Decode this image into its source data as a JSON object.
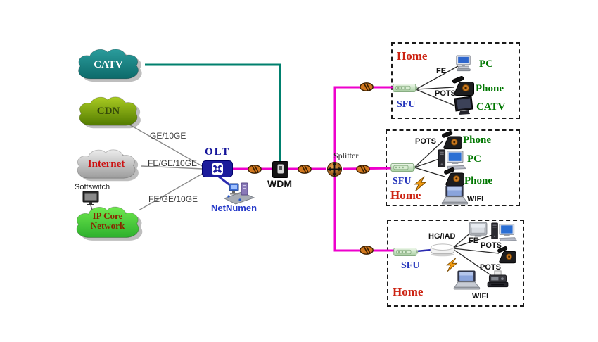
{
  "network": {
    "clouds": [
      {
        "label": "CATV"
      },
      {
        "label": "CDN"
      },
      {
        "label": "Internet"
      },
      {
        "label": "IP Core Network"
      }
    ],
    "link_labels": {
      "cdn_to_olt": "GE/10GE",
      "internet_to_olt": "FE/GE/10GE",
      "ipcore_to_olt": "FE/GE/10GE"
    },
    "nodes": {
      "softswitch": "Softswitch",
      "olt": "OLT",
      "netnumen": "NetNumen",
      "wdm": "WDM",
      "splitter": "Splitter"
    }
  },
  "homes": [
    {
      "title": "Home",
      "terminal": "SFU",
      "ports": {
        "fe": "FE",
        "pots": "POTS"
      },
      "devices": {
        "pc": "PC",
        "phone": "Phone",
        "catv": "CATV"
      }
    },
    {
      "title": "Home",
      "terminal": "SFU",
      "ports": {
        "pots": "POTS"
      },
      "devices": {
        "phone1": "Phone",
        "pc": "PC",
        "phone2": "Phone",
        "wifi": "WIFI"
      }
    },
    {
      "title": "Home",
      "terminal": "SFU",
      "gateway": "HG/IAD",
      "ports": {
        "fe": "FE",
        "pots1": "POTS",
        "pots2": "POTS"
      },
      "devices": {
        "wifi": "WIFI"
      }
    }
  ],
  "colors": {
    "fiber_line": "#ee00cc",
    "catv_line": "#00806e",
    "home_title": "#cc2211",
    "device_label": "#007700",
    "terminal_label": "#2233bb",
    "olt_fill": "#1c1c9c"
  }
}
